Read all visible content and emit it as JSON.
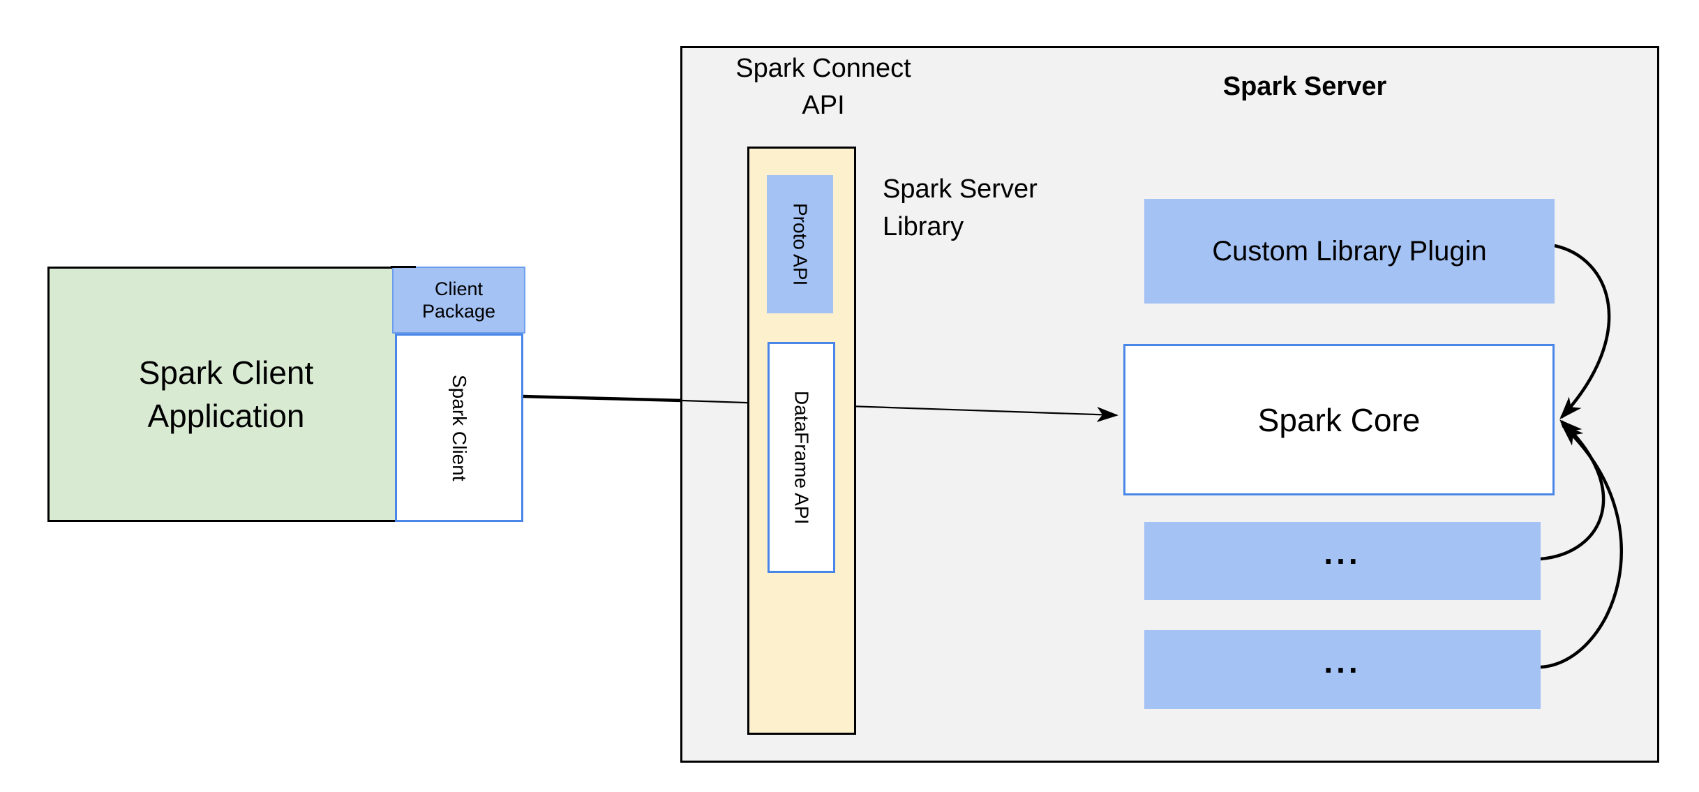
{
  "colors": {
    "green_fill": "#d9ead3",
    "blue_fill": "#a4c2f4",
    "blue_border": "#4a86e8",
    "package_border": "#6d9eeb",
    "tan_fill": "#fdf0cd",
    "gray_fill": "#f2f2f2",
    "black": "#000000"
  },
  "client_app": {
    "line1": "Spark Client",
    "line2": "Application"
  },
  "client_package": {
    "line1": "Client",
    "line2": "Package"
  },
  "spark_client": {
    "label": "Spark Client"
  },
  "connect_api": {
    "line1": "Spark Connect",
    "line2": "API"
  },
  "server": {
    "title": "Spark Server"
  },
  "server_library": {
    "line1": "Spark Server",
    "line2": "Library"
  },
  "proto_api": {
    "label": "Proto API"
  },
  "dataframe_api": {
    "label": "DataFrame API"
  },
  "plugin": {
    "label": "Custom Library Plugin"
  },
  "spark_core": {
    "label": "Spark Core"
  },
  "ellipsis_box_1": {
    "label": "..."
  },
  "ellipsis_box_2": {
    "label": "..."
  }
}
